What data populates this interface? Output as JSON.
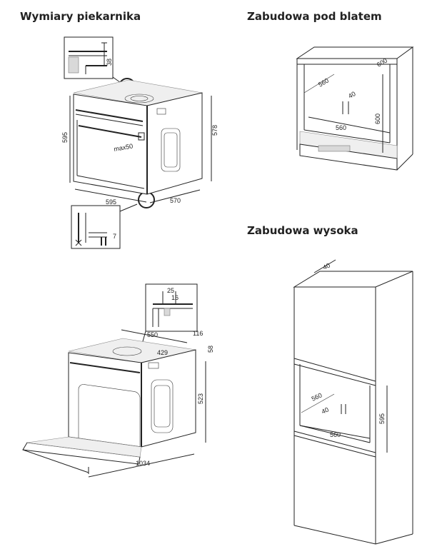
{
  "headings": {
    "oven_dimensions": "Wymiary piekarnika",
    "under_counter": "Zabudowa pod blatem",
    "tall_cabinet": "Zabudowa wysoka"
  },
  "oven_dims": {
    "detail_top": "38",
    "height_front": "595",
    "height_side": "578",
    "vent": "max50",
    "width": "595",
    "depth": "570",
    "detail_bottom": "7"
  },
  "under_counter_dims": {
    "depth": "600",
    "inner_depth": "560",
    "gap": "40",
    "height": "600",
    "width": "560"
  },
  "open_oven_dims": {
    "detail_a": "25",
    "detail_b": "16",
    "depth": "550",
    "side": "116",
    "top_gap": "58",
    "inner": "429",
    "height": "523",
    "door_open": "1034"
  },
  "tall_cabinet_dims": {
    "top_depth": "40",
    "inner_depth": "560",
    "gap": "40",
    "height": "595",
    "width": "560"
  }
}
